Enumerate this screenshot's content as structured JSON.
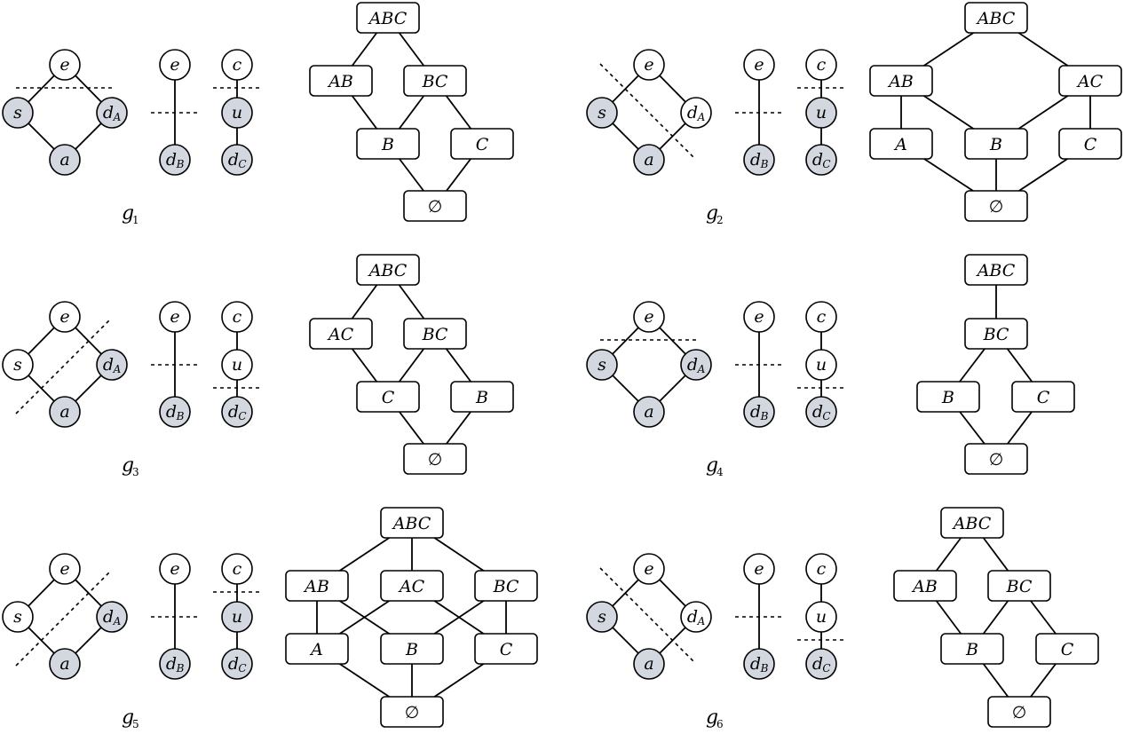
{
  "colors": {
    "shaded_node": "#d3d8e0",
    "plain_node": "#ffffff",
    "stroke": "#000000"
  },
  "node_names": {
    "e": "e",
    "s": "s",
    "a": "a",
    "d": "d",
    "c": "c",
    "u": "u",
    "sub_A": "A",
    "sub_B": "B",
    "sub_C": "C"
  },
  "panels": [
    {
      "label": "g",
      "index": "1",
      "graph": {
        "s": true,
        "dA": true,
        "a": true,
        "u": true,
        "dB": true,
        "dC": true,
        "cut": "horizontal-top",
        "chain_cut": "c-u"
      },
      "lattice": {
        "nodes": [
          [
            "ABC",
            "ABC"
          ],
          [
            "AB",
            "AB"
          ],
          [
            "BC",
            "BC"
          ],
          [
            "B",
            "B"
          ],
          [
            "C",
            "C"
          ],
          [
            "empty",
            "∅"
          ]
        ],
        "edges": [
          [
            "ABC",
            "AB"
          ],
          [
            "ABC",
            "BC"
          ],
          [
            "AB",
            "B"
          ],
          [
            "BC",
            "B"
          ],
          [
            "BC",
            "C"
          ],
          [
            "B",
            "empty"
          ],
          [
            "C",
            "empty"
          ]
        ]
      }
    },
    {
      "label": "g",
      "index": "2",
      "graph": {
        "s": true,
        "dA": false,
        "a": true,
        "u": true,
        "dB": true,
        "dC": true,
        "cut": "diagonal-down",
        "chain_cut": "c-u"
      },
      "lattice": {
        "nodes": [
          [
            "ABC",
            "ABC"
          ],
          [
            "AB",
            "AB"
          ],
          [
            "AC",
            "AC"
          ],
          [
            "A",
            "A"
          ],
          [
            "B",
            "B"
          ],
          [
            "C",
            "C"
          ],
          [
            "empty",
            "∅"
          ]
        ],
        "edges": [
          [
            "ABC",
            "AB"
          ],
          [
            "ABC",
            "AC"
          ],
          [
            "AB",
            "A"
          ],
          [
            "AB",
            "B"
          ],
          [
            "AC",
            "B"
          ],
          [
            "AC",
            "C"
          ],
          [
            "A",
            "empty"
          ],
          [
            "B",
            "empty"
          ],
          [
            "C",
            "empty"
          ]
        ]
      }
    },
    {
      "label": "g",
      "index": "3",
      "graph": {
        "s": false,
        "dA": true,
        "a": true,
        "u": false,
        "dB": true,
        "dC": true,
        "cut": "diagonal-up",
        "chain_cut": "u-d"
      },
      "lattice": {
        "nodes": [
          [
            "ABC",
            "ABC"
          ],
          [
            "AC",
            "AC"
          ],
          [
            "BC",
            "BC"
          ],
          [
            "C",
            "C"
          ],
          [
            "B",
            "B"
          ],
          [
            "empty",
            "∅"
          ]
        ],
        "edges": [
          [
            "ABC",
            "AC"
          ],
          [
            "ABC",
            "BC"
          ],
          [
            "AC",
            "C"
          ],
          [
            "BC",
            "C"
          ],
          [
            "BC",
            "B"
          ],
          [
            "C",
            "empty"
          ],
          [
            "B",
            "empty"
          ]
        ]
      }
    },
    {
      "label": "g",
      "index": "4",
      "graph": {
        "s": true,
        "dA": true,
        "a": true,
        "u": false,
        "dB": true,
        "dC": true,
        "cut": "horizontal-top",
        "chain_cut": "u-d"
      },
      "lattice": {
        "nodes": [
          [
            "ABC",
            "ABC"
          ],
          [
            "BC",
            "BC"
          ],
          [
            "B",
            "B"
          ],
          [
            "C",
            "C"
          ],
          [
            "empty",
            "∅"
          ]
        ],
        "edges": [
          [
            "ABC",
            "BC"
          ],
          [
            "BC",
            "B"
          ],
          [
            "BC",
            "C"
          ],
          [
            "B",
            "empty"
          ],
          [
            "C",
            "empty"
          ]
        ]
      }
    },
    {
      "label": "g",
      "index": "5",
      "graph": {
        "s": false,
        "dA": true,
        "a": true,
        "u": true,
        "dB": true,
        "dC": true,
        "cut": "diagonal-up",
        "chain_cut": "c-u"
      },
      "lattice": {
        "nodes": [
          [
            "ABC",
            "ABC"
          ],
          [
            "AB",
            "AB"
          ],
          [
            "AC",
            "AC"
          ],
          [
            "BC",
            "BC"
          ],
          [
            "A",
            "A"
          ],
          [
            "B",
            "B"
          ],
          [
            "C",
            "C"
          ],
          [
            "empty",
            "∅"
          ]
        ],
        "edges": [
          [
            "ABC",
            "AB"
          ],
          [
            "ABC",
            "AC"
          ],
          [
            "ABC",
            "BC"
          ],
          [
            "AB",
            "A"
          ],
          [
            "AB",
            "B"
          ],
          [
            "AC",
            "A"
          ],
          [
            "AC",
            "C"
          ],
          [
            "BC",
            "B"
          ],
          [
            "BC",
            "C"
          ],
          [
            "A",
            "empty"
          ],
          [
            "B",
            "empty"
          ],
          [
            "C",
            "empty"
          ]
        ]
      }
    },
    {
      "label": "g",
      "index": "6",
      "graph": {
        "s": true,
        "dA": false,
        "a": true,
        "u": false,
        "dB": true,
        "dC": true,
        "cut": "diagonal-down",
        "chain_cut": "u-d"
      },
      "lattice": {
        "nodes": [
          [
            "ABC",
            "ABC"
          ],
          [
            "AB",
            "AB"
          ],
          [
            "BC",
            "BC"
          ],
          [
            "B",
            "B"
          ],
          [
            "C",
            "C"
          ],
          [
            "empty",
            "∅"
          ]
        ],
        "edges": [
          [
            "ABC",
            "AB"
          ],
          [
            "ABC",
            "BC"
          ],
          [
            "AB",
            "B"
          ],
          [
            "BC",
            "B"
          ],
          [
            "BC",
            "C"
          ],
          [
            "B",
            "empty"
          ],
          [
            "C",
            "empty"
          ]
        ]
      }
    }
  ]
}
